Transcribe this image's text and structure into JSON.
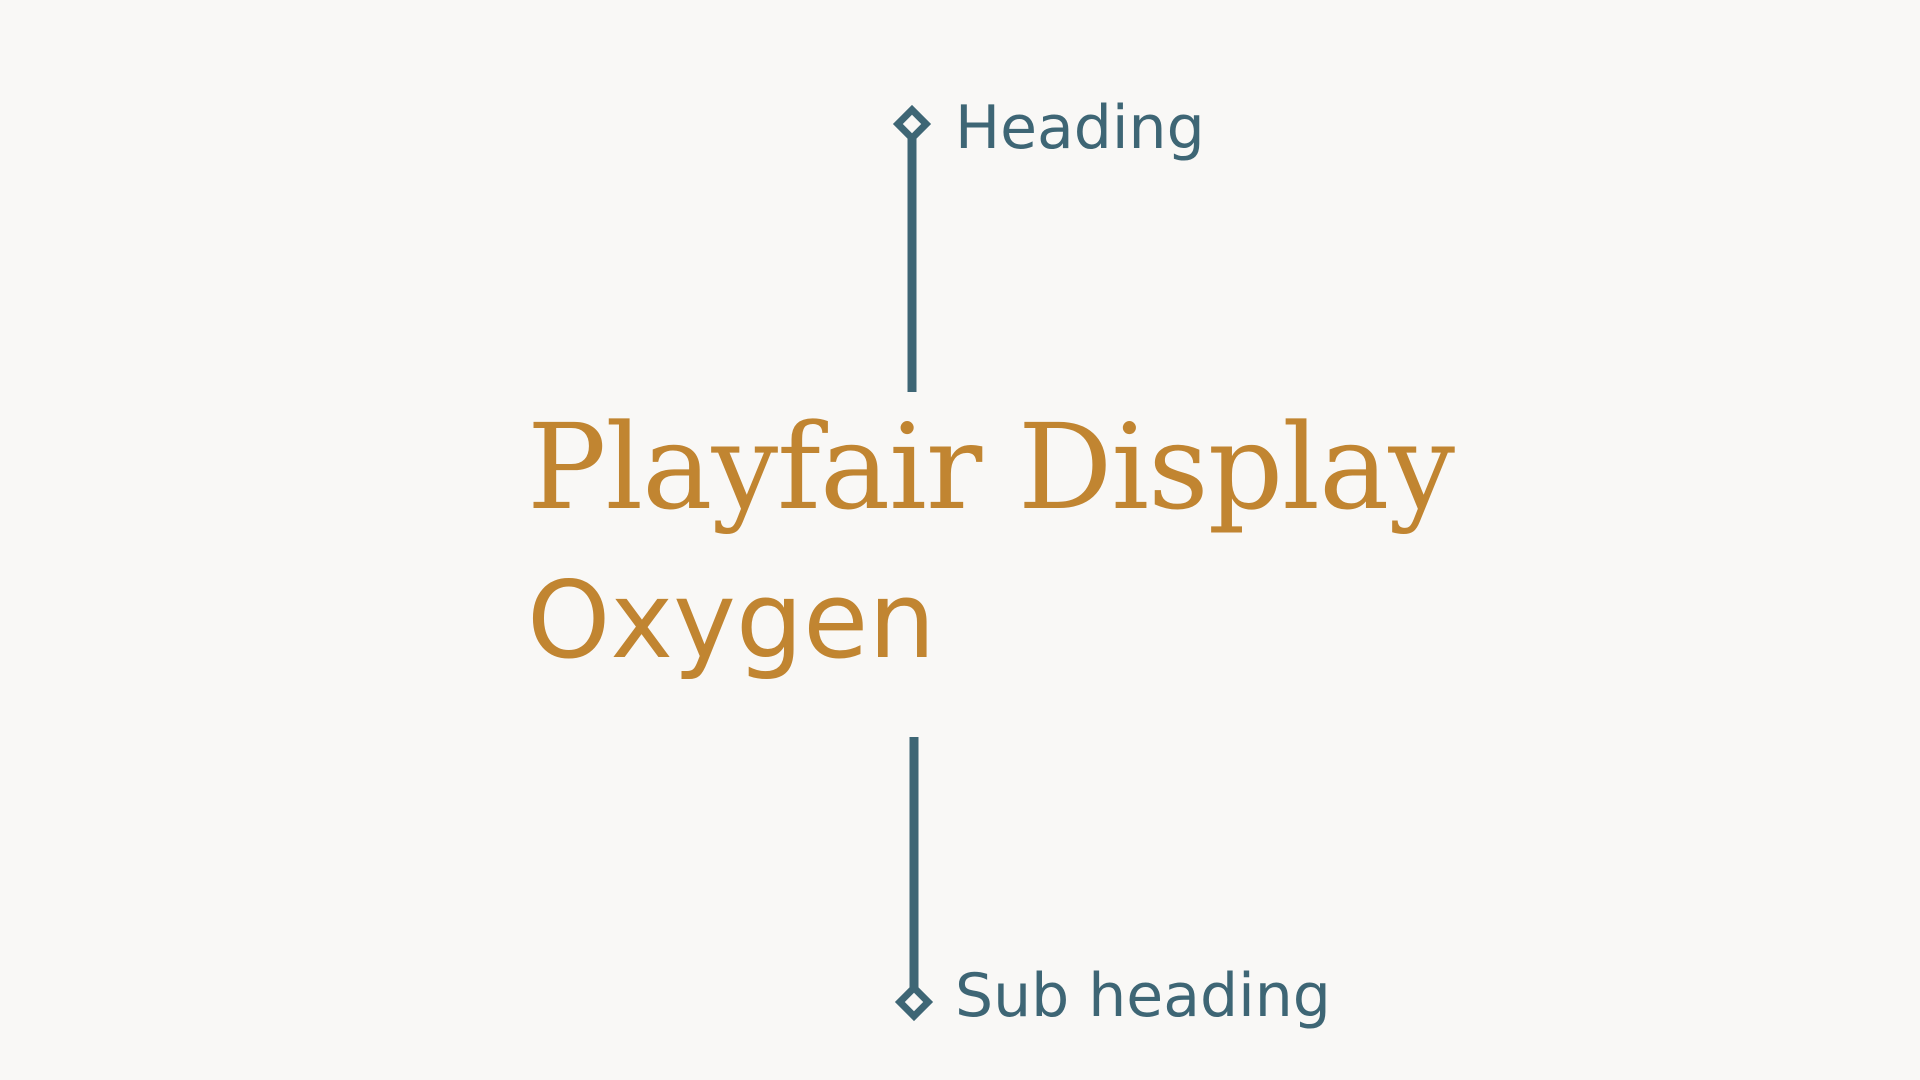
{
  "colors": {
    "background": "#f9f8f6",
    "connector": "#3e6675",
    "font_name": "#c18531"
  },
  "top": {
    "label": "Heading",
    "marker_icon": "diamond-icon"
  },
  "fonts": {
    "heading_font": "Playfair Display",
    "subheading_font": "Oxygen"
  },
  "bottom": {
    "label": "Sub heading",
    "marker_icon": "diamond-icon"
  }
}
